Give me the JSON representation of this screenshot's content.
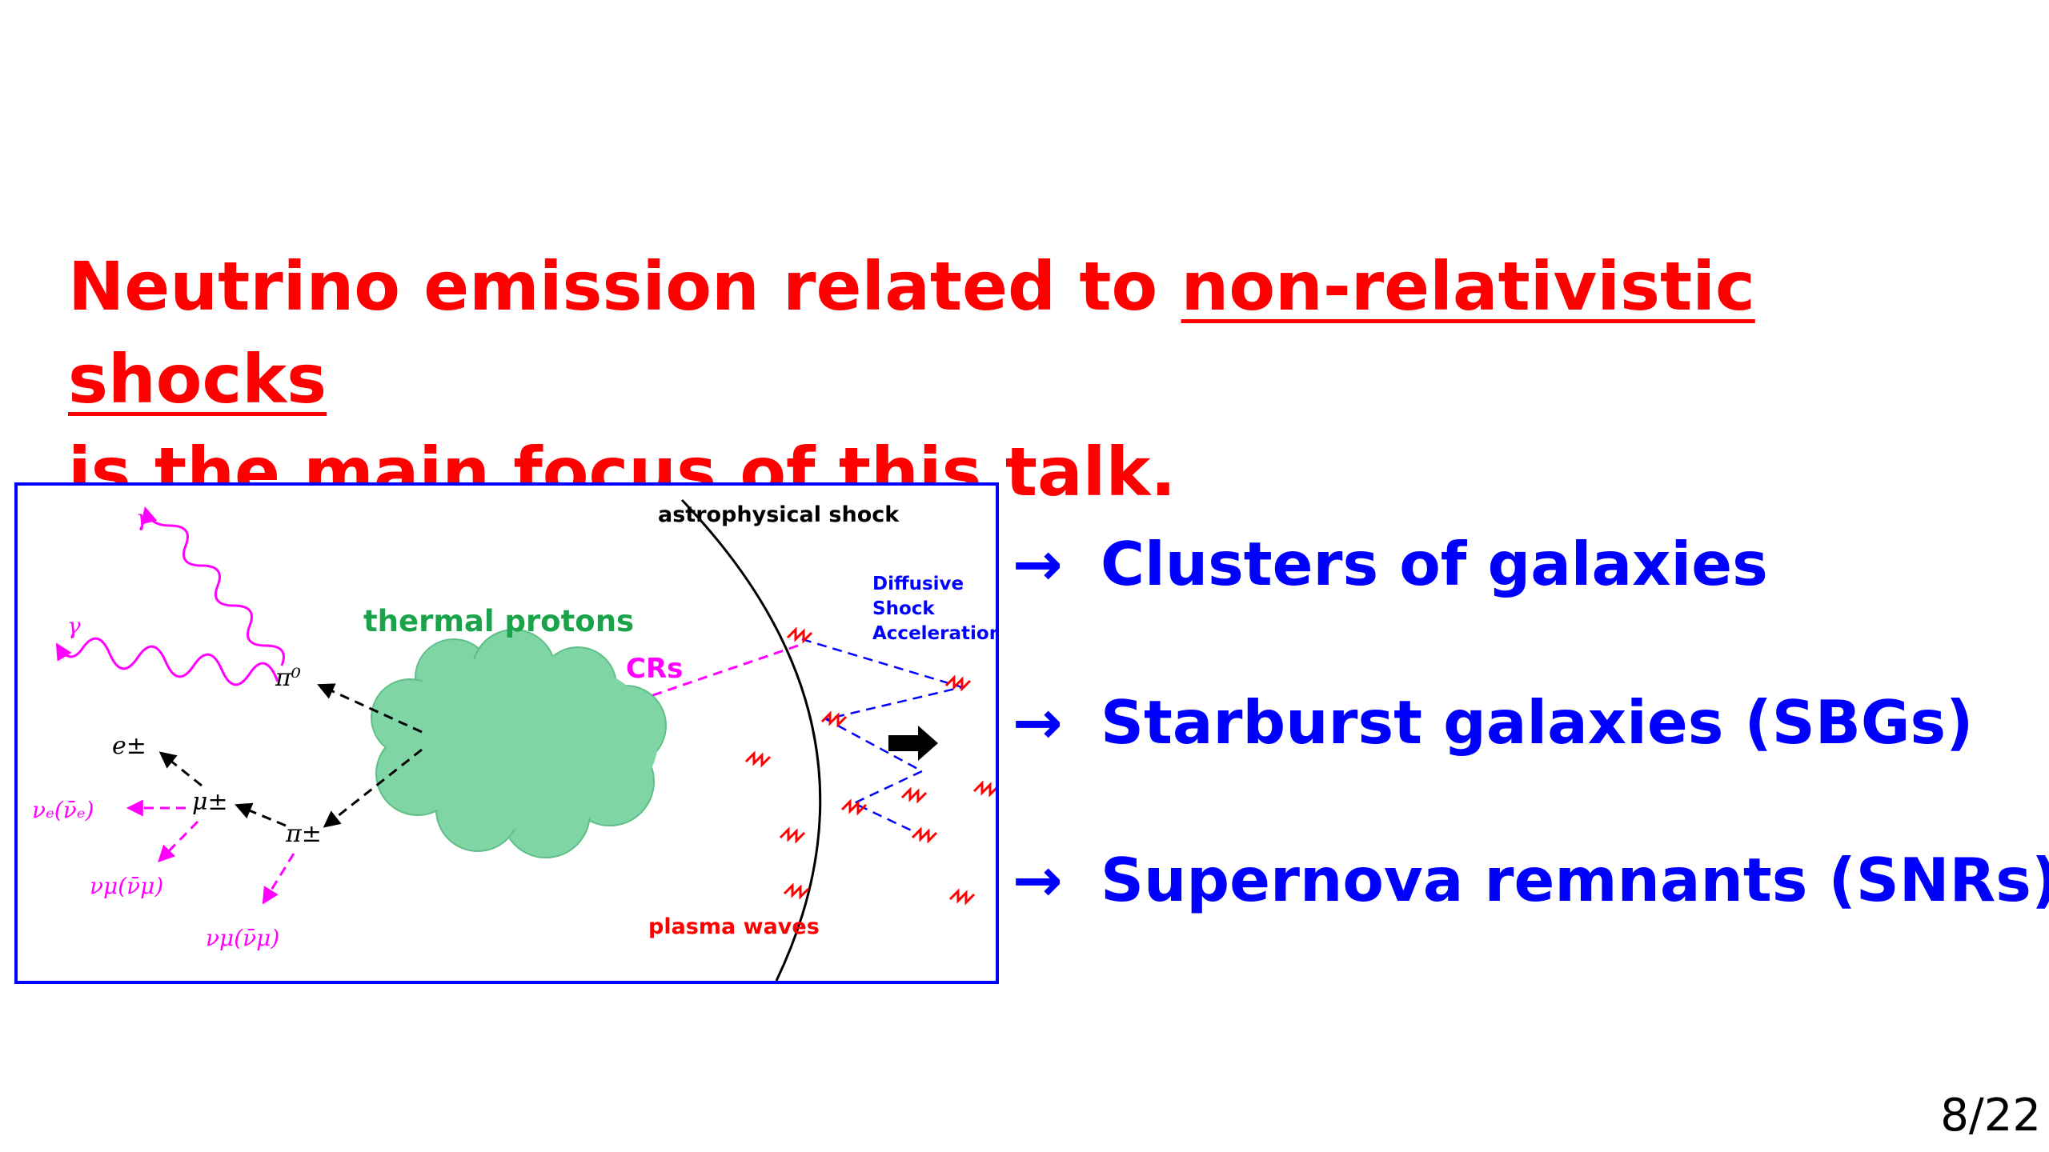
{
  "headline": {
    "part1": "Neutrino emission related to ",
    "underlined": "non-relativistic shocks",
    "part2": "is the main focus of this talk."
  },
  "figure": {
    "label_shock": "astrophysical shock",
    "label_thermal": "thermal protons",
    "label_crs": "CRs",
    "label_dsa_1": "Diffusive",
    "label_dsa_2": "Shock",
    "label_dsa_3": "Acceleration",
    "label_waves": "plasma waves",
    "label_gamma": "γ",
    "label_pi0": "π⁰",
    "label_pipm": "π±",
    "label_mupm": "μ±",
    "label_epm": "e±",
    "label_nue": "νₑ(ν̄ₑ)",
    "label_numu": "νμ(ν̄μ)",
    "colors": {
      "border": "#0000ff",
      "cloud": "#7fd5a4",
      "thermal": "#1aa34a",
      "magenta": "#ff00ff",
      "red": "#ff0000",
      "blue": "#0000ff"
    }
  },
  "bullets": {
    "arrow": "→",
    "items": [
      "Clusters of galaxies",
      "Starburst galaxies (SBGs)",
      "Supernova remnants (SNRs)"
    ]
  },
  "page_number": "8/22"
}
